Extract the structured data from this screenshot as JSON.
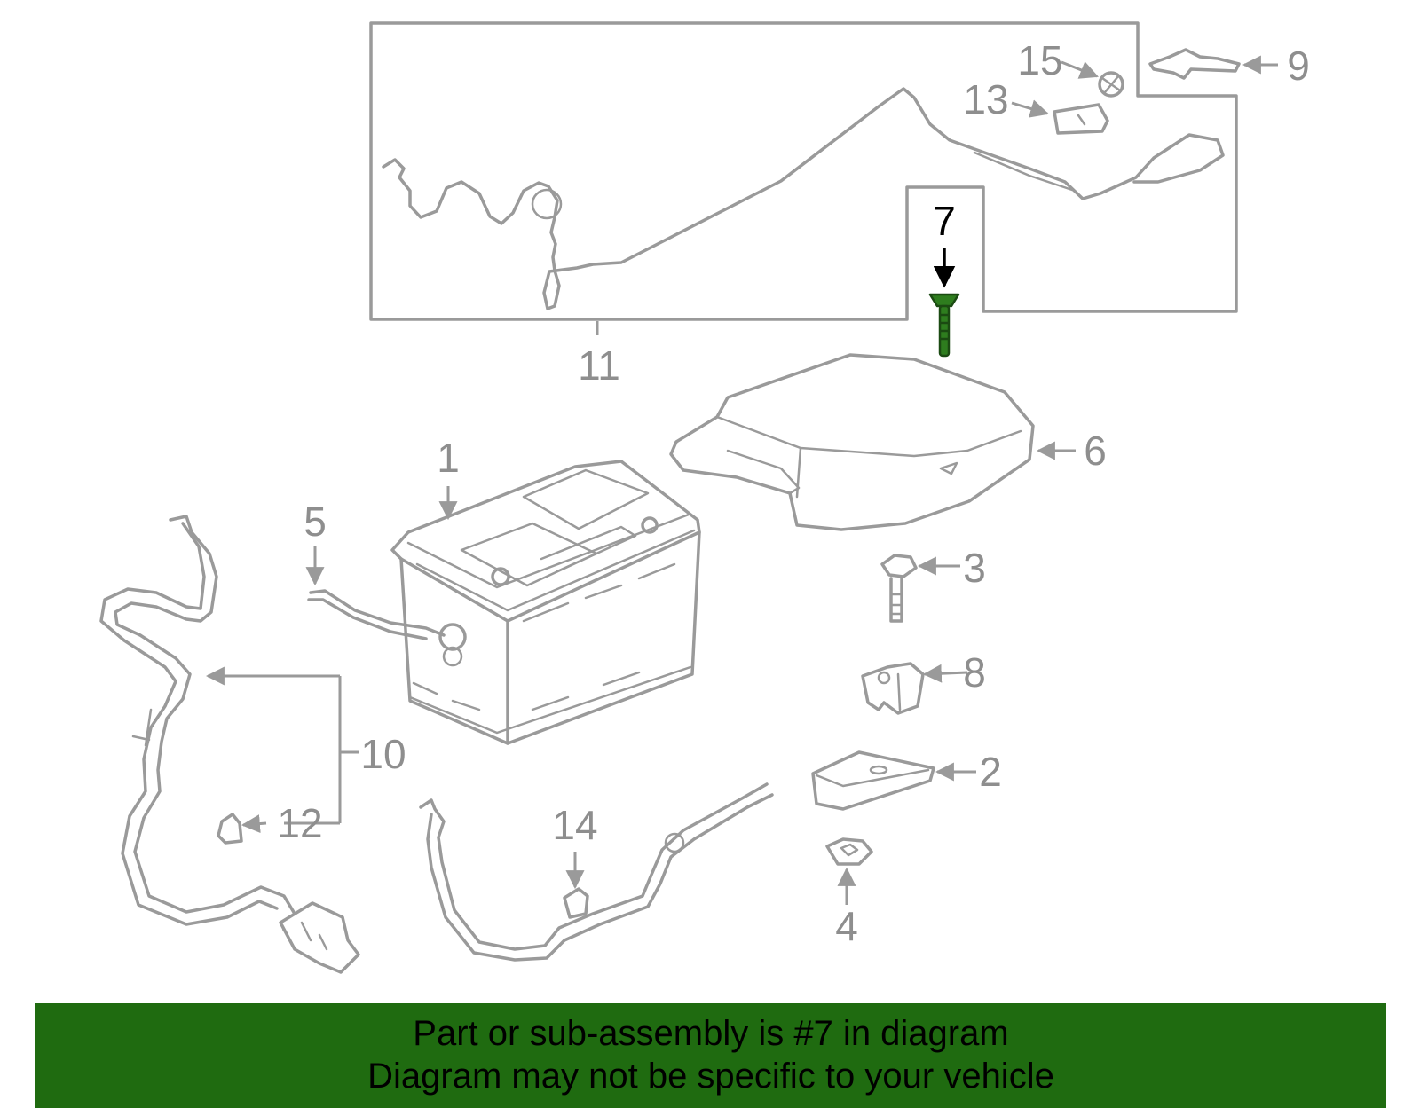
{
  "callouts": {
    "p1": "1",
    "p2": "2",
    "p3": "3",
    "p4": "4",
    "p5": "5",
    "p6": "6",
    "p7": "7",
    "p8": "8",
    "p9": "9",
    "p10": "10",
    "p11": "11",
    "p12": "12",
    "p13": "13",
    "p14": "14",
    "p15": "15"
  },
  "highlighted_part": "7",
  "colors": {
    "line": "#9a9a9a",
    "highlight_part": "#2e7d1e",
    "banner": "#1f6b10"
  },
  "banner": {
    "line1": "Part or sub-assembly is #7 in diagram",
    "line2": "Diagram may not be specific to your vehicle"
  }
}
